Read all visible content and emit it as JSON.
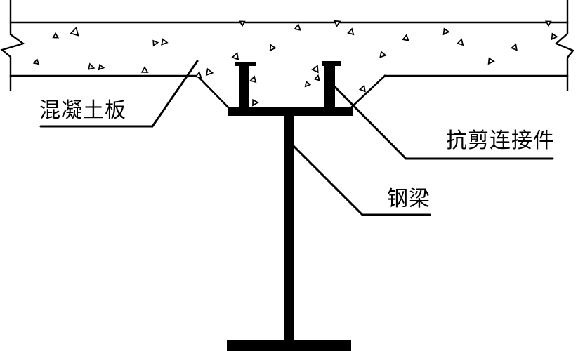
{
  "figure": {
    "type": "engineering-section-diagram",
    "subject": "composite steel-concrete beam cross section"
  },
  "colors": {
    "ink": "#000000",
    "paper": "#ffffff",
    "speckle_fill": "#ffffff"
  },
  "labels": {
    "concrete_slab": {
      "text": "混凝土板"
    },
    "shear_connector": {
      "text": "抗剪连接件"
    },
    "steel_beam": {
      "text": "钢梁"
    }
  },
  "speckles": [
    [
      79,
      51,
      7,
      0
    ],
    [
      107,
      45,
      11,
      15
    ],
    [
      52,
      88,
      7,
      10
    ],
    [
      129,
      95,
      8,
      -15
    ],
    [
      144,
      96,
      7,
      100
    ],
    [
      206,
      100,
      8,
      0
    ],
    [
      221,
      61,
      7,
      85
    ],
    [
      234,
      60,
      8,
      100
    ],
    [
      283,
      107,
      8,
      10
    ],
    [
      298,
      103,
      9,
      100
    ],
    [
      345,
      33,
      7,
      180
    ],
    [
      424,
      39,
      8,
      10
    ],
    [
      480,
      33,
      8,
      185
    ],
    [
      500,
      45,
      8,
      15
    ],
    [
      578,
      54,
      8,
      10
    ],
    [
      336,
      80,
      9,
      20
    ],
    [
      388,
      68,
      8,
      95
    ],
    [
      361,
      113,
      8,
      15
    ],
    [
      363,
      146,
      8,
      90
    ],
    [
      438,
      120,
      7,
      100
    ],
    [
      452,
      111,
      7,
      15
    ],
    [
      450,
      98,
      9,
      25
    ],
    [
      517,
      126,
      8,
      20
    ],
    [
      545,
      78,
      8,
      100
    ],
    [
      635,
      45,
      8,
      95
    ],
    [
      656,
      60,
      8,
      15
    ],
    [
      699,
      87,
      8,
      95
    ],
    [
      733,
      67,
      8,
      20
    ],
    [
      789,
      52,
      8,
      95
    ],
    [
      781,
      33,
      7,
      180
    ]
  ]
}
